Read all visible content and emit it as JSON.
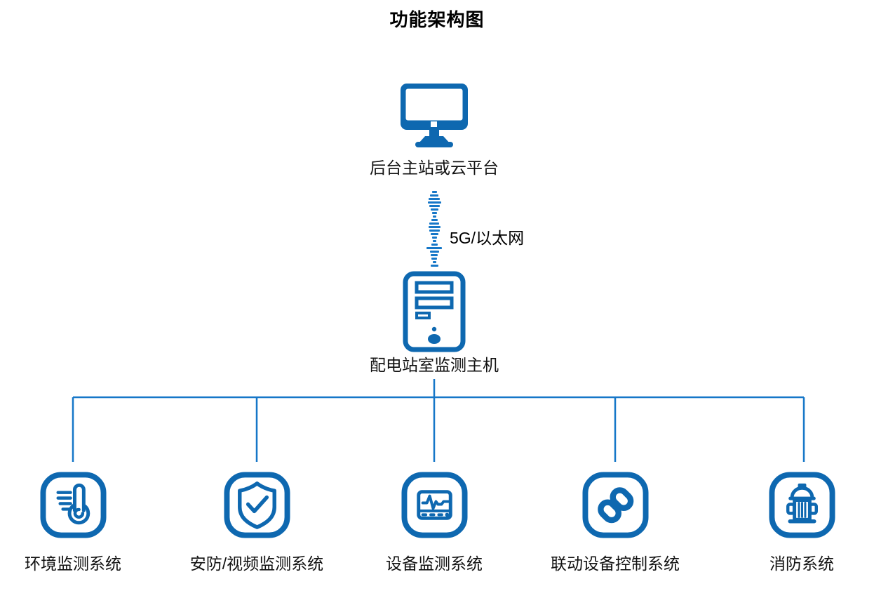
{
  "title": "功能架构图",
  "colors": {
    "icon_blue": "#0E68B0",
    "line_blue": "#1677C8",
    "text": "#000000",
    "background": "#FFFFFF"
  },
  "cloud_node": {
    "label": "后台主站或云平台",
    "icon": "desktop-monitor-icon"
  },
  "uplink": {
    "label": "5G/以太网",
    "style": "hand-drawn-dashed-vertical"
  },
  "host_node": {
    "label": "配电站室监测主机",
    "icon": "server-tower-icon"
  },
  "systems": [
    {
      "id": "environment",
      "label": "环境监测系统",
      "icon": "thermometer-icon"
    },
    {
      "id": "security-video",
      "label": "安防/视频监测系统",
      "icon": "shield-check-icon"
    },
    {
      "id": "equipment",
      "label": "设备监测系统",
      "icon": "device-monitor-icon"
    },
    {
      "id": "linkage-control",
      "label": "联动设备控制系统",
      "icon": "chain-link-icon"
    },
    {
      "id": "fire",
      "label": "消防系统",
      "icon": "fire-hydrant-icon"
    }
  ]
}
